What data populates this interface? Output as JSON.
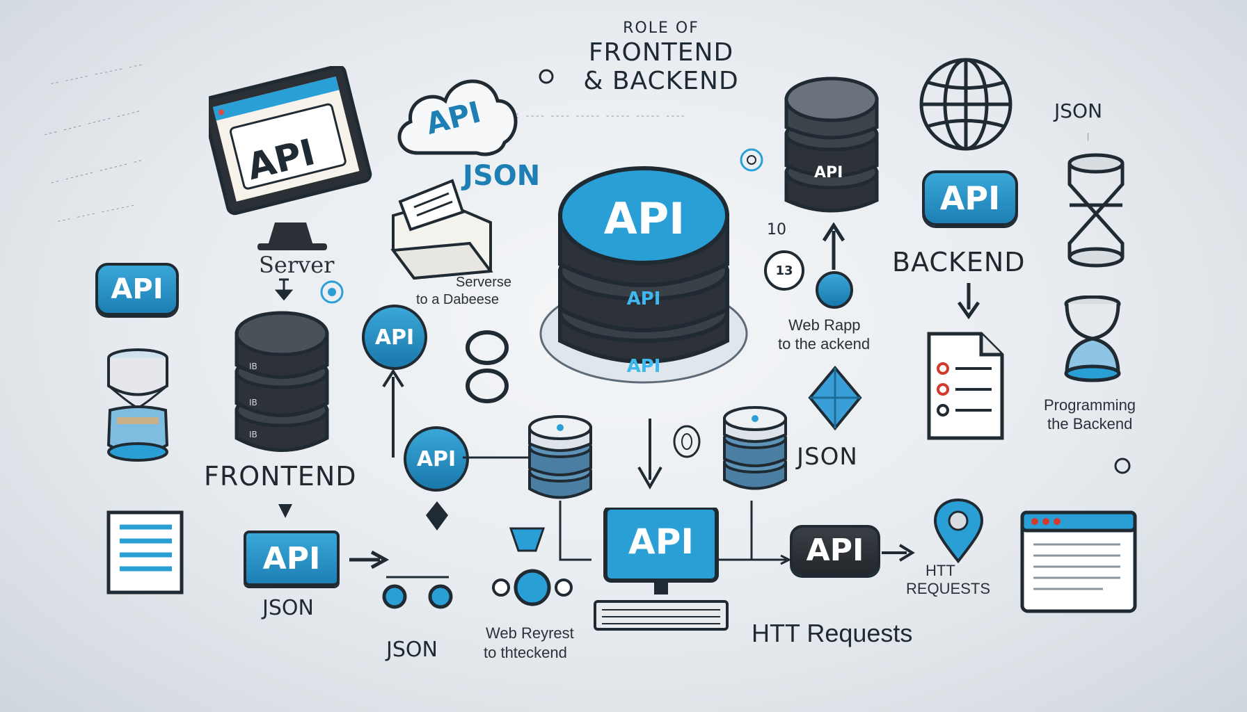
{
  "title": {
    "line1": "ROLE OF",
    "line2": "FRONTEND",
    "line3": "& BACKEND"
  },
  "labels": {
    "monitor_api": "API",
    "cloud_api": "API",
    "json_top": "JSON",
    "json_right_top": "JSON",
    "server": "Server",
    "serverse": "Serverse",
    "to_dabeese": "to a Dabeese",
    "api_left_badge": "API",
    "api_mid_circle": "API",
    "api_lower_circle": "API",
    "db_center_top": "API",
    "db_center_mid": "API",
    "db_center_bottom": "API",
    "db_top_right": "API",
    "api_right_badge": "API",
    "backend": "BACKEND",
    "web_rapp_1": "Web Rapp",
    "web_rapp_2": "to the ackend",
    "programming_1": "Programming",
    "programming_2": "the Backend",
    "frontend": "FRONTEND",
    "json_mid": "JSON",
    "api_bottom_left": "API",
    "json_bottom_left": "JSON",
    "json_bottom": "JSON",
    "monitor_bottom_api": "API",
    "web_reyrest_1": "Web Reyrest",
    "web_reyrest_2": "to thteckend",
    "api_dark_badge": "API",
    "htt_1": "HTT",
    "htt_2": "REQUESTS",
    "htt_requests": "HTT Requests",
    "small_ib_1": "IB",
    "small_ib_2": "IB",
    "small_ib_3": "IB",
    "badge_13": "13",
    "icon_10": "10"
  },
  "colors": {
    "accent": "#2a9fd6",
    "accent_dark": "#1d7fb3",
    "outline": "#1f2a33",
    "db_dark": "#2d3238"
  },
  "icons": [
    "monitor-icon",
    "cloud-icon",
    "folder-icon",
    "database-icon",
    "globe-icon",
    "hourglass-icon",
    "document-icon",
    "browser-window-icon",
    "location-pin-icon",
    "diamond-icon",
    "keyboard-icon",
    "arrow-icon",
    "link-ring-icon"
  ]
}
